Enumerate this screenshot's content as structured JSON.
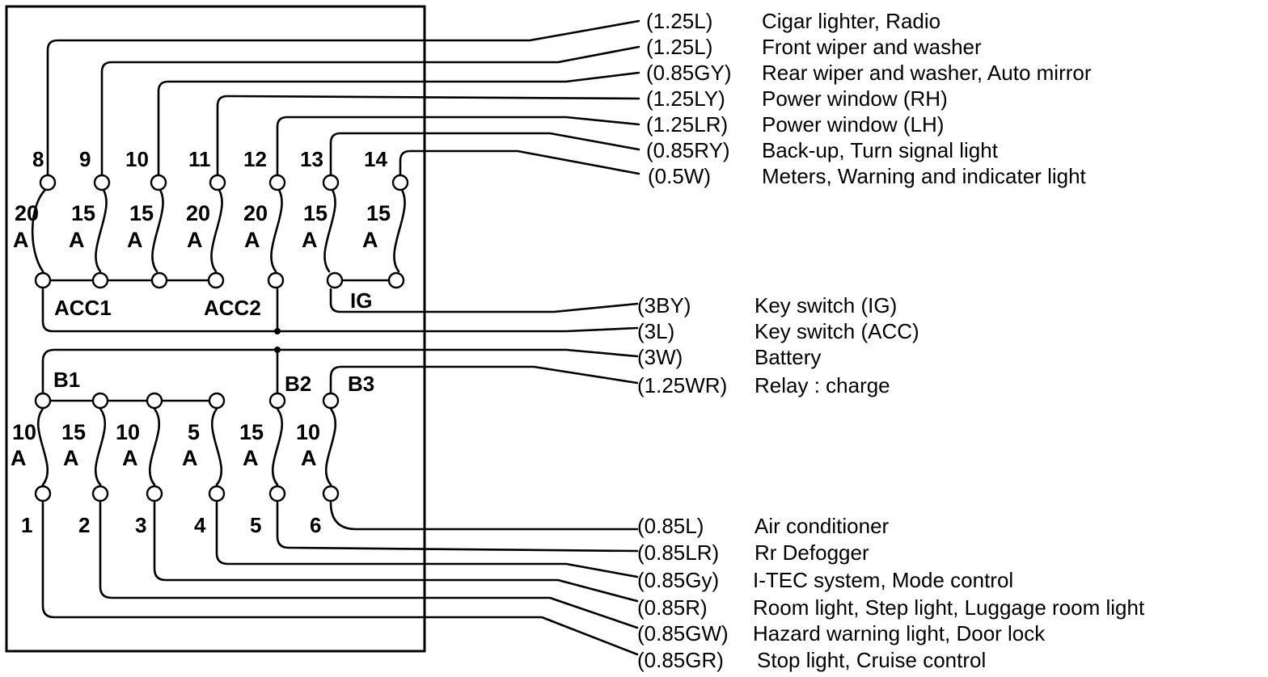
{
  "fuses": [
    {
      "number": "1",
      "rating": "10",
      "unit": "A"
    },
    {
      "number": "2",
      "rating": "15",
      "unit": "A"
    },
    {
      "number": "3",
      "rating": "10",
      "unit": "A"
    },
    {
      "number": "4",
      "rating": "5",
      "unit": "A"
    },
    {
      "number": "5",
      "rating": "15",
      "unit": "A"
    },
    {
      "number": "6",
      "rating": "10",
      "unit": "A"
    },
    {
      "number": "8",
      "rating": "20",
      "unit": "A"
    },
    {
      "number": "9",
      "rating": "15",
      "unit": "A"
    },
    {
      "number": "10",
      "rating": "15",
      "unit": "A"
    },
    {
      "number": "11",
      "rating": "20",
      "unit": "A"
    },
    {
      "number": "12",
      "rating": "20",
      "unit": "A"
    },
    {
      "number": "13",
      "rating": "15",
      "unit": "A"
    },
    {
      "number": "14",
      "rating": "15",
      "unit": "A"
    }
  ],
  "bus_labels": {
    "acc1": "ACC1",
    "acc2": "ACC2",
    "ig": "IG",
    "b1": "B1",
    "b2": "B2",
    "b3": "B3"
  },
  "circuits": [
    {
      "code": "(1.25L)",
      "label": "Cigar lighter, Radio"
    },
    {
      "code": "(1.25L)",
      "label": "Front wiper and washer"
    },
    {
      "code": "(0.85GY)",
      "label": "Rear wiper and washer, Auto mirror"
    },
    {
      "code": "(1.25LY)",
      "label": "Power window (RH)"
    },
    {
      "code": "(1.25LR)",
      "label": "Power window (LH)"
    },
    {
      "code": "(0.85RY)",
      "label": "Back-up, Turn signal light"
    },
    {
      "code": "(0.5W)",
      "label": "Meters, Warning and indicater light"
    },
    {
      "code": "(3BY)",
      "label": "Key switch (IG)"
    },
    {
      "code": "(3L)",
      "label": "Key switch (ACC)"
    },
    {
      "code": "(3W)",
      "label": "Battery"
    },
    {
      "code": "(1.25WR)",
      "label": "Relay : charge"
    },
    {
      "code": "(0.85L)",
      "label": "Air conditioner"
    },
    {
      "code": "(0.85LR)",
      "label": "Rr Defogger"
    },
    {
      "code": "(0.85Gy)",
      "label": "I-TEC system, Mode control"
    },
    {
      "code": "(0.85R)",
      "label": "Room light, Step light, Luggage room light"
    },
    {
      "code": "(0.85GW)",
      "label": "Hazard warning light, Door lock"
    },
    {
      "code": "(0.85GR)",
      "label": "Stop light, Cruise control"
    }
  ]
}
